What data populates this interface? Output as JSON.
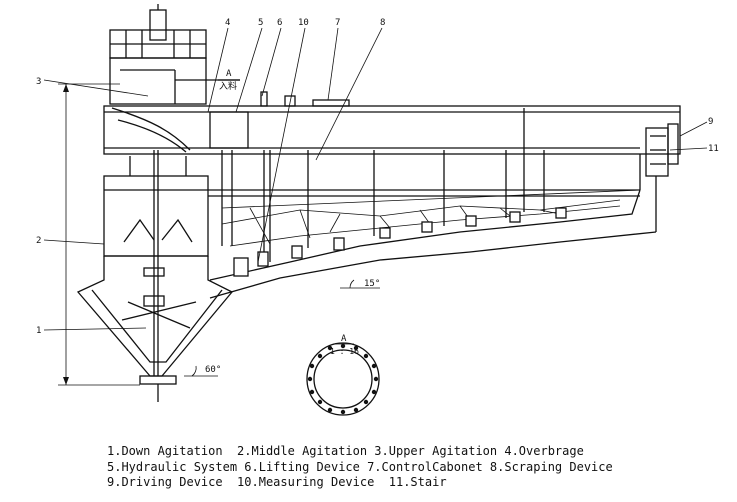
{
  "callouts": {
    "c1": "1",
    "c2": "2",
    "c3": "3",
    "c4": "4",
    "c5": "5",
    "c6": "6",
    "c7": "7",
    "c8": "8",
    "c9": "9",
    "c10": "10",
    "c11": "11"
  },
  "annotations": {
    "section_mark": "A",
    "feed_label": "入料",
    "angle_bottom": "60°",
    "angle_slope": "15°",
    "detail_title": "A",
    "detail_scale": "1 : 16"
  },
  "legend": {
    "rows": [
      "1.Down Agitation  2.Middle Agitation 3.Upper Agitation 4.Overbrage",
      "5.Hydraulic System 6.Lifting Device 7.ControlCabonet 8.Scraping Device",
      "9.Driving Device  10.Measuring Device  11.Stair"
    ]
  }
}
